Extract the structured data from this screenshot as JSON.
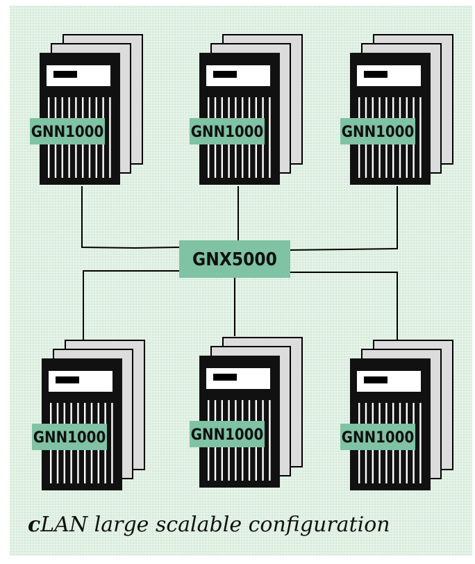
{
  "colors": {
    "background": "#e4f3e7",
    "label_fill": "#7fc2a4",
    "server_body": "#111111",
    "server_page": "#dcdcdc",
    "line": "#000000"
  },
  "hub": {
    "label": "GNX5000"
  },
  "servers": [
    {
      "label": "GNN1000"
    },
    {
      "label": "GNN1000"
    },
    {
      "label": "GNN1000"
    },
    {
      "label": "GNN1000"
    },
    {
      "label": "GNN1000"
    },
    {
      "label": "GNN1000"
    }
  ],
  "caption": {
    "bold_part": "c",
    "rest": "LAN large scalable configuration"
  }
}
